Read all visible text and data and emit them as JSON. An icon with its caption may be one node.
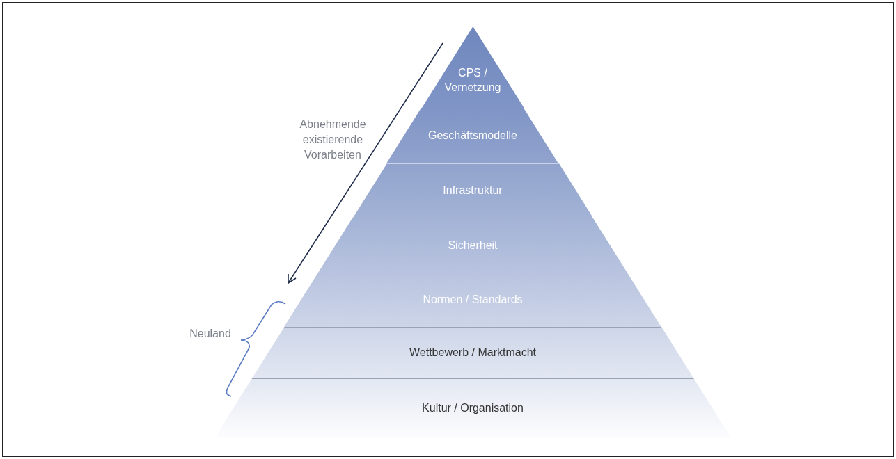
{
  "diagram": {
    "nodes": [
      {
        "text": [
          "CPS / Vernetzung"
        ]
      },
      {
        "text": [
          "Geschäftsmodelle"
        ]
      },
      {
        "text": [
          "Infrastruktur"
        ]
      },
      {
        "text": [
          "Sicherheit"
        ]
      },
      {
        "text": [
          "Normen / Standards"
        ]
      },
      {
        "text": [
          "Wettbewerb / Marktmacht"
        ]
      },
      {
        "text": [
          "Kultur / Organisation"
        ]
      }
    ],
    "labels": [
      "Abnehmende existierende Vorarbeiten",
      "Neuland"
    ]
  }
}
